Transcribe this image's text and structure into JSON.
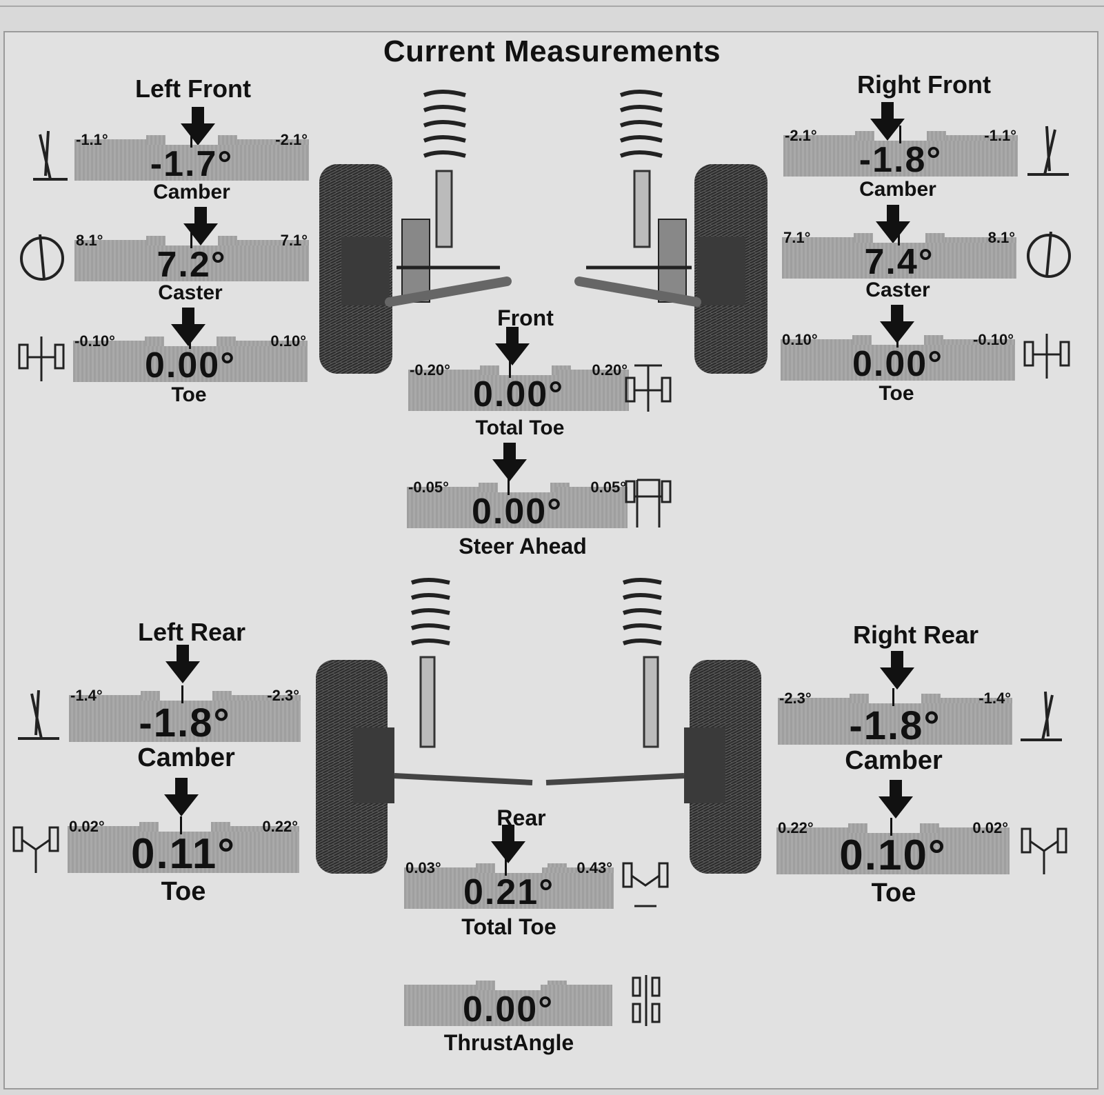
{
  "title": "Current Measurements",
  "groups": {
    "left_front": "Left Front",
    "right_front": "Right Front",
    "left_rear": "Left Rear",
    "right_rear": "Right Rear",
    "front": "Front",
    "rear": "Rear"
  },
  "gauges": {
    "lf_camber": {
      "label": "Camber",
      "min": "-1.1°",
      "max": "-2.1°",
      "value": "-1.7°"
    },
    "lf_caster": {
      "label": "Caster",
      "min": "8.1°",
      "max": "7.1°",
      "value": "7.2°"
    },
    "lf_toe": {
      "label": "Toe",
      "min": "-0.10°",
      "max": "0.10°",
      "value": "0.00°"
    },
    "rf_camber": {
      "label": "Camber",
      "min": "-2.1°",
      "max": "-1.1°",
      "value": "-1.8°"
    },
    "rf_caster": {
      "label": "Caster",
      "min": "7.1°",
      "max": "8.1°",
      "value": "7.4°"
    },
    "rf_toe": {
      "label": "Toe",
      "min": "0.10°",
      "max": "-0.10°",
      "value": "0.00°"
    },
    "front_total_toe": {
      "label": "Total Toe",
      "min": "-0.20°",
      "max": "0.20°",
      "value": "0.00°"
    },
    "steer_ahead": {
      "label": "Steer Ahead",
      "min": "-0.05°",
      "max": "0.05°",
      "value": "0.00°"
    },
    "lr_camber": {
      "label": "Camber",
      "min": "-1.4°",
      "max": "-2.3°",
      "value": "-1.8°"
    },
    "lr_toe": {
      "label": "Toe",
      "min": "0.02°",
      "max": "0.22°",
      "value": "0.11°"
    },
    "rr_camber": {
      "label": "Camber",
      "min": "-2.3°",
      "max": "-1.4°",
      "value": "-1.8°"
    },
    "rr_toe": {
      "label": "Toe",
      "min": "0.22°",
      "max": "0.02°",
      "value": "0.10°"
    },
    "rear_total_toe": {
      "label": "Total Toe",
      "min": "0.03°",
      "max": "0.43°",
      "value": "0.21°"
    },
    "thrust_angle": {
      "label": "ThrustAngle",
      "min": "",
      "max": "",
      "value": "0.00°"
    }
  }
}
